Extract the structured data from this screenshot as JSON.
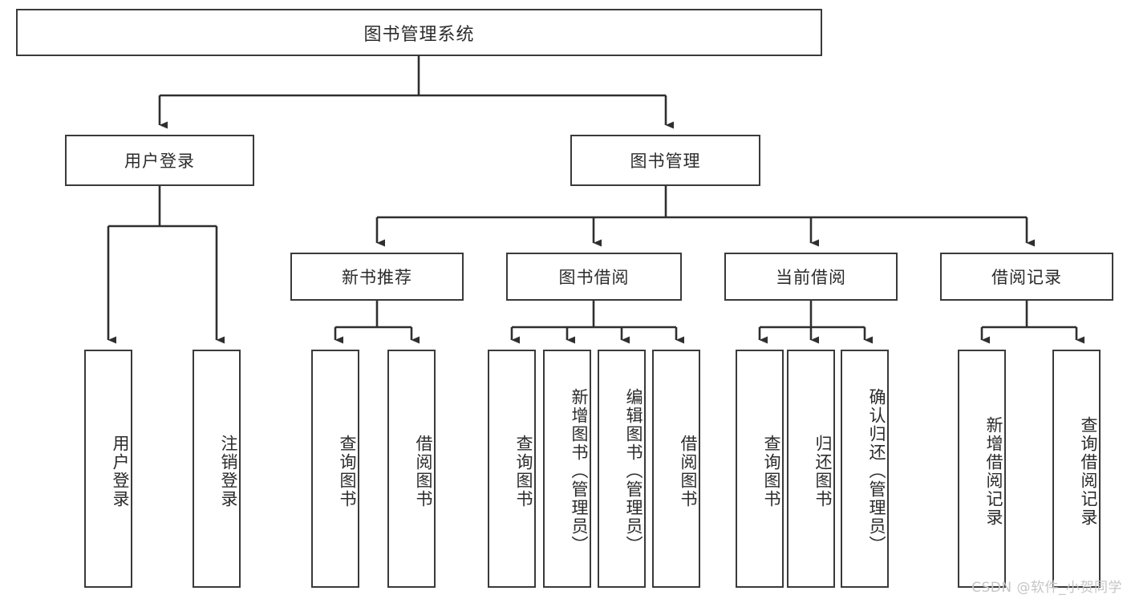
{
  "diagram": {
    "title": "图书管理系统",
    "type": "tree-hierarchy",
    "orientation": "top-down",
    "colors": {
      "box_border": "#3a3a3a",
      "box_fill": "#ffffff",
      "line": "#2f2f2f",
      "text": "#2b2b2b",
      "watermark": "#c6c6c6"
    }
  },
  "root": {
    "label": "图书管理系统"
  },
  "level2": [
    {
      "label": "用户登录"
    },
    {
      "label": "图书管理"
    }
  ],
  "level3": [
    {
      "label": "新书推荐"
    },
    {
      "label": "图书借阅"
    },
    {
      "label": "当前借阅"
    },
    {
      "label": "借阅记录"
    }
  ],
  "leaves": {
    "user_login": [
      {
        "label": "用户登录"
      },
      {
        "label": "注销登录"
      }
    ],
    "new_book_recommend": [
      {
        "label": "查询图书"
      },
      {
        "label": "借阅图书"
      }
    ],
    "book_borrow": [
      {
        "label": "查询图书"
      },
      {
        "label": "新增图书（管理员）"
      },
      {
        "label": "编辑图书（管理员）"
      },
      {
        "label": "借阅图书"
      }
    ],
    "current_borrow": [
      {
        "label": "查询图书"
      },
      {
        "label": "归还图书"
      },
      {
        "label": "确认归还（管理员）"
      }
    ],
    "borrow_record": [
      {
        "label": "新增借阅记录"
      },
      {
        "label": "查询借阅记录"
      }
    ]
  },
  "watermark": {
    "text": "CSDN @软件_小贺同学"
  }
}
